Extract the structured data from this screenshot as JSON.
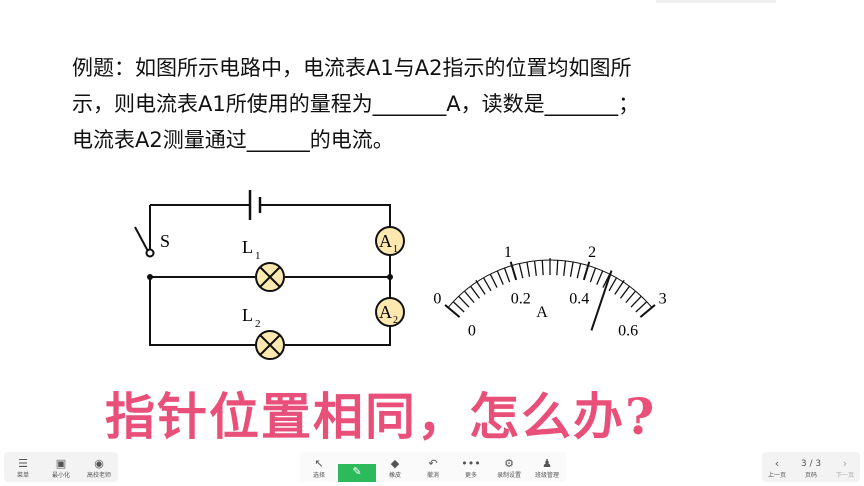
{
  "question": {
    "line1": "例题：如图所示电路中，电流表A1与A2指示的位置均如图所",
    "line2": "示，则电流表A1所使用的量程为_______A，读数是_______；",
    "line3": "电流表A2测量通过______的电流。"
  },
  "circuit": {
    "switch": "S",
    "lamp1": "L",
    "lamp1_sub": "1",
    "lamp2": "L",
    "lamp2_sub": "2",
    "ammeter1": "A",
    "ammeter1_sub": "1",
    "ammeter2": "A",
    "ammeter2_sub": "2"
  },
  "meter": {
    "upper": [
      "0",
      "1",
      "2",
      "3"
    ],
    "lower": [
      "0",
      "0.2",
      "0.4",
      "0.6"
    ],
    "unit": "A"
  },
  "overlay_title": "指针位置相同，怎么办?",
  "toolbar_left": [
    {
      "icon": "menu-icon",
      "label": "菜单"
    },
    {
      "icon": "minimize-icon",
      "label": "最小化"
    },
    {
      "icon": "teacher-icon",
      "label": "高校老师"
    }
  ],
  "toolbar_center": [
    {
      "icon": "select-icon",
      "label": "选择"
    },
    {
      "icon": "pen-icon",
      "label": ""
    },
    {
      "icon": "eraser-icon",
      "label": "橡皮"
    },
    {
      "icon": "undo-icon",
      "label": "撤消"
    },
    {
      "icon": "more-icon",
      "label": "更多"
    },
    {
      "icon": "record-icon",
      "label": "录制设置"
    },
    {
      "icon": "class-icon",
      "label": "班级管理"
    }
  ],
  "pager": {
    "prev": "上一页",
    "page": "3 / 3",
    "page_label": "页码",
    "next": "下一页"
  }
}
